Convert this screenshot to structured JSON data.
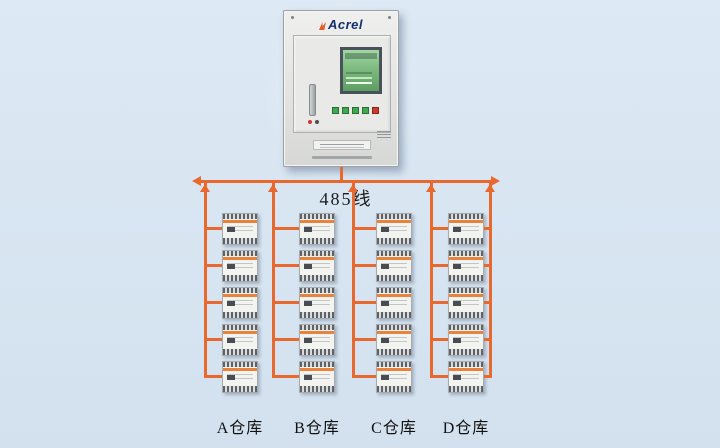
{
  "colors": {
    "background": "#d9e6f2",
    "bus": "#e8682e",
    "brand": "#14306b",
    "screen": "#7dbb80",
    "device_stripe": "#e8823c"
  },
  "cabinet": {
    "brand": "Acrel"
  },
  "bus": {
    "label": "485线"
  },
  "warehouses": [
    {
      "label": "A仓库"
    },
    {
      "label": "B仓库"
    },
    {
      "label": "C仓库"
    },
    {
      "label": "D仓库"
    }
  ],
  "devices_per_column": 5
}
